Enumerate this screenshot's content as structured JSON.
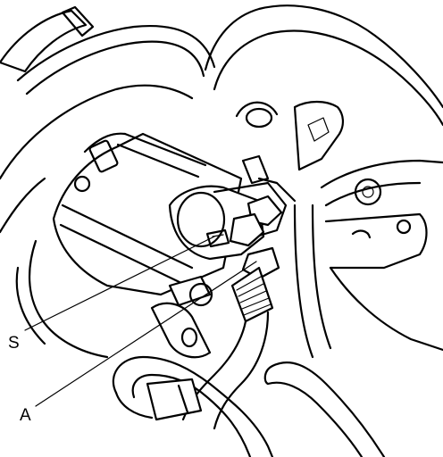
{
  "callouts": [
    {
      "id": "S",
      "label": "S"
    },
    {
      "id": "A",
      "label": "A"
    }
  ]
}
